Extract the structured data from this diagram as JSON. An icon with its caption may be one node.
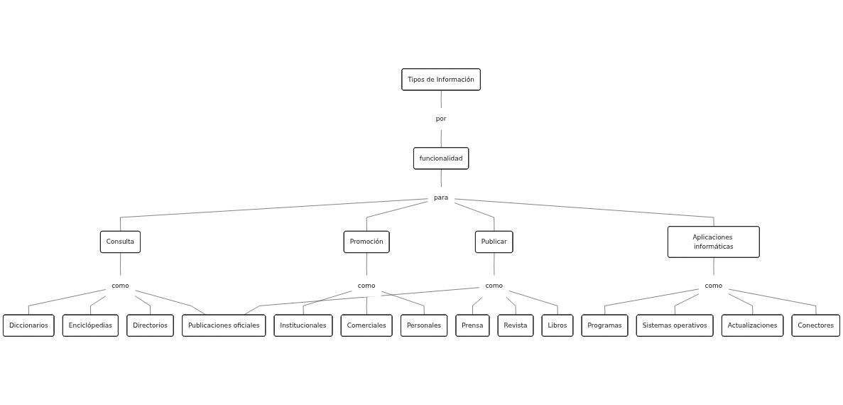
{
  "diagram": {
    "nodes": [
      {
        "text": [
          "Tipos de Información"
        ]
      },
      {
        "text": [
          "por"
        ]
      },
      {
        "text": [
          "funcionalidad"
        ]
      },
      {
        "text": [
          "para"
        ]
      },
      {
        "text": [
          "Consulta"
        ]
      },
      {
        "text": [
          "Promoción"
        ]
      },
      {
        "text": [
          "como"
        ]
      },
      {
        "text": [
          "Institucionales"
        ]
      },
      {
        "text": [
          "Personales"
        ]
      },
      {
        "text": [
          "Comerciales"
        ]
      },
      {
        "text": [
          "Publicar"
        ]
      },
      {
        "text": [
          "Aplicaciones informáticas"
        ]
      },
      {
        "text": [
          "como"
        ]
      },
      {
        "text": [
          "como"
        ]
      },
      {
        "text": [
          "como"
        ]
      },
      {
        "text": [
          "Diccionarios"
        ]
      },
      {
        "text": [
          "Publicaciones oficiales"
        ]
      },
      {
        "text": [
          "Conectores"
        ]
      },
      {
        "text": [
          "Programas"
        ]
      },
      {
        "text": [
          "Actualizaciones"
        ]
      },
      {
        "text": [
          "Enciclópedias"
        ]
      },
      {
        "text": [
          "Prensa"
        ]
      },
      {
        "text": [
          "Revista"
        ]
      },
      {
        "text": [
          "Libros"
        ]
      },
      {
        "text": [
          "Sistemas operativos"
        ]
      },
      {
        "text": [
          "Directorios"
        ]
      }
    ],
    "edges": [
      {
        "from": 0,
        "to": 1,
        "arrow": "none"
      },
      {
        "from": 1,
        "to": 2,
        "arrow": "none"
      },
      {
        "from": 2,
        "to": 3,
        "arrow": "none"
      },
      {
        "from": 3,
        "to": 4,
        "arrow": "none"
      },
      {
        "from": 3,
        "to": 5,
        "arrow": "none"
      },
      {
        "from": 3,
        "to": 10,
        "arrow": "none"
      },
      {
        "from": 3,
        "to": 11,
        "arrow": "none"
      },
      {
        "from": 5,
        "to": 6,
        "arrow": "none"
      },
      {
        "from": 6,
        "to": 7,
        "arrow": "none"
      },
      {
        "from": 6,
        "to": 9,
        "arrow": "none"
      },
      {
        "from": 6,
        "to": 8,
        "arrow": "none"
      },
      {
        "from": 4,
        "to": 12,
        "arrow": "none"
      },
      {
        "from": 12,
        "to": 15,
        "arrow": "none"
      },
      {
        "from": 12,
        "to": 20,
        "arrow": "none"
      },
      {
        "from": 12,
        "to": 25,
        "arrow": "none"
      },
      {
        "from": 12,
        "to": 16,
        "arrow": "none"
      },
      {
        "from": 10,
        "to": 13,
        "arrow": "none"
      },
      {
        "from": 13,
        "to": 16,
        "arrow": "none"
      },
      {
        "from": 13,
        "to": 21,
        "arrow": "none"
      },
      {
        "from": 13,
        "to": 22,
        "arrow": "none"
      },
      {
        "from": 13,
        "to": 23,
        "arrow": "none"
      },
      {
        "from": 11,
        "to": 14,
        "arrow": "none"
      },
      {
        "from": 14,
        "to": 18,
        "arrow": "none"
      },
      {
        "from": 14,
        "to": 24,
        "arrow": "none"
      },
      {
        "from": 14,
        "to": 19,
        "arrow": "none"
      },
      {
        "from": 14,
        "to": 17,
        "arrow": "none"
      }
    ]
  }
}
